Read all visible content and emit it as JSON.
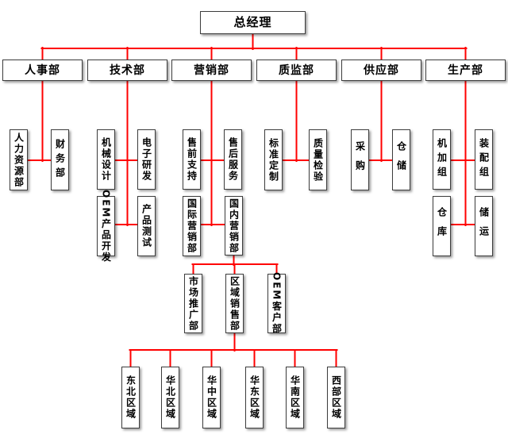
{
  "colors": {
    "connector": "#ff0000",
    "box_border": "#3d3d3d",
    "box_fill": "#ffffff",
    "text": "#000000"
  },
  "chart": {
    "root": {
      "label": "总经理"
    },
    "level1": [
      {
        "label": "人事部"
      },
      {
        "label": "技术部"
      },
      {
        "label": "营销部"
      },
      {
        "label": "质监部"
      },
      {
        "label": "供应部"
      },
      {
        "label": "生产部"
      }
    ],
    "level2": {
      "renshi": [
        {
          "label": "人力资源部"
        },
        {
          "label": "财务部"
        }
      ],
      "jishu": [
        {
          "label": "机械设计"
        },
        {
          "label": "电子研发"
        },
        {
          "label": "OEM产品开发"
        },
        {
          "label": "产品测试"
        }
      ],
      "yingxiao": [
        {
          "label": "售前支持"
        },
        {
          "label": "售后服务"
        },
        {
          "label": "国际营销部"
        },
        {
          "label": "国内营销部"
        }
      ],
      "zhijian": [
        {
          "label": "标准定制"
        },
        {
          "label": "质量检验"
        }
      ],
      "gongying": [
        {
          "label": "采购"
        },
        {
          "label": "仓储"
        }
      ],
      "shengchan": [
        {
          "label": "机加组"
        },
        {
          "label": "装配组"
        },
        {
          "label": "仓库"
        },
        {
          "label": "储运"
        }
      ]
    },
    "level3": [
      {
        "label": "市场推广部"
      },
      {
        "label": "区域销售部"
      },
      {
        "label": "OEM客户部"
      }
    ],
    "level4": [
      {
        "label": "东北区域"
      },
      {
        "label": "华北区域"
      },
      {
        "label": "华中区域"
      },
      {
        "label": "华东区域"
      },
      {
        "label": "华南区域"
      },
      {
        "label": "西部区域"
      }
    ]
  }
}
